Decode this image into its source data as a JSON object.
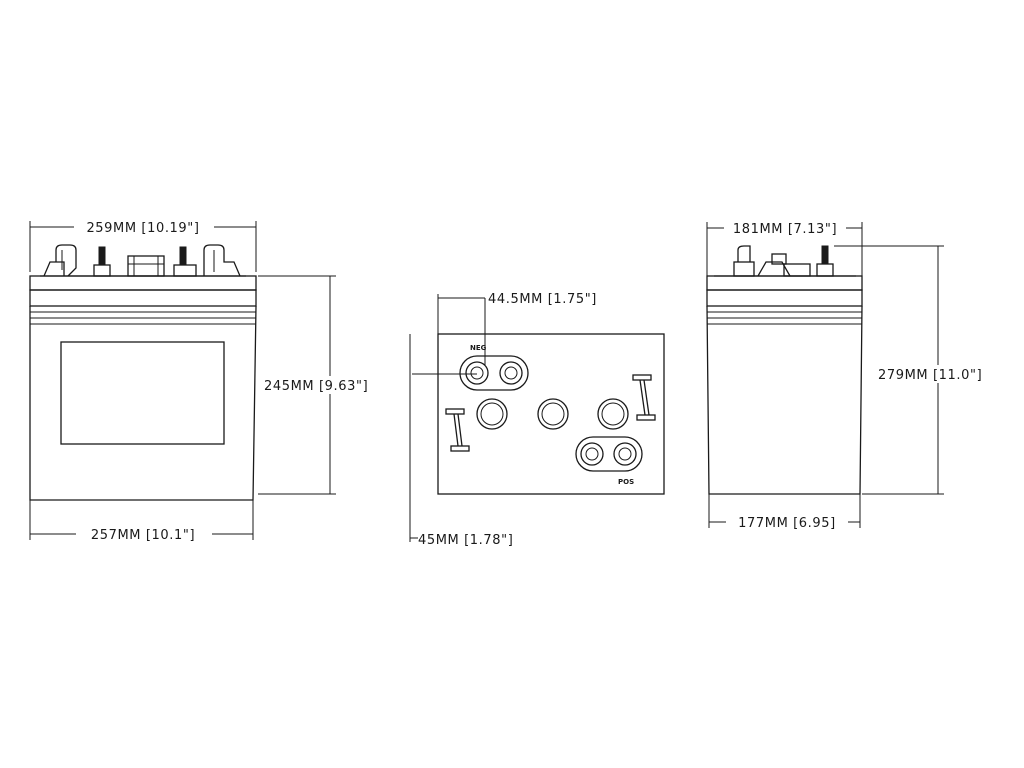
{
  "front_view": {
    "top_width": "259MM [10.19\"]",
    "height": "245MM [9.63\"]",
    "bottom_width": "257MM [10.1\"]"
  },
  "top_view": {
    "terminal_offset": "44.5MM [1.75\"]",
    "side_offset": "45MM [1.78\"]",
    "neg_label": "NEG",
    "pos_label": "POS"
  },
  "side_view": {
    "top_width": "181MM [7.13\"]",
    "height": "279MM [11.0\"]",
    "bottom_width": "177MM [6.95]"
  }
}
